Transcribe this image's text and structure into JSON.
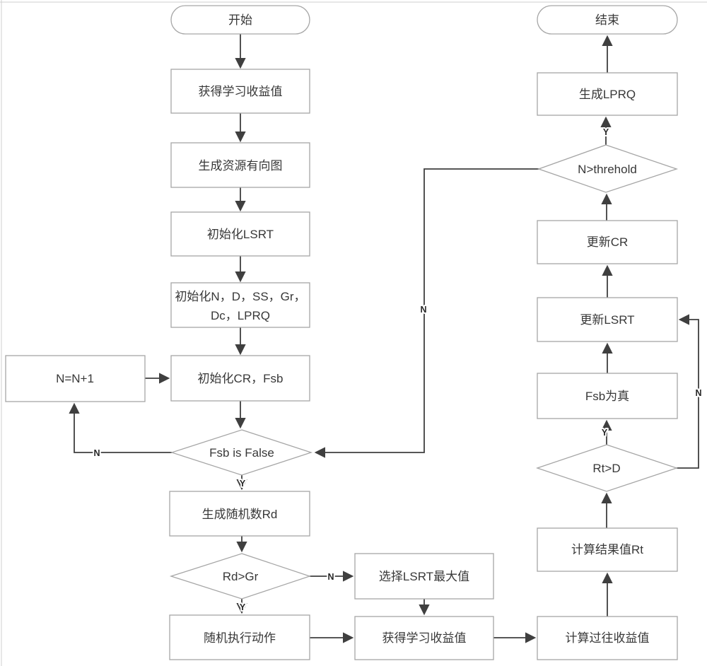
{
  "colors": {
    "background": "#ffffff",
    "node_border": "#a6a6a6",
    "arrow": "#3f3f3f",
    "node_text": "#383838",
    "edge_label_text": "#262626",
    "frame_artifact": "#cfcfcf"
  },
  "nodes": {
    "start": "开始",
    "get_benefit_1": "获得学习收益值",
    "gen_digraph": "生成资源有向图",
    "init_lsrt": "初始化LSRT",
    "init_vars_line1": "初始化N，D，SS，Gr，",
    "init_vars_line2": "Dc，LPRQ",
    "init_cr_fsb": "初始化CR，Fsb",
    "n_increment": "N=N+1",
    "fsb_is_false": "Fsb is False",
    "gen_random_rd": "生成随机数Rd",
    "rd_gt_gr": "Rd>Gr",
    "random_action": "随机执行动作",
    "select_lsrt_max": "选择LSRT最大值",
    "get_benefit_2": "获得学习收益值",
    "calc_past_benefit": "计算过往收益值",
    "calc_result_rt": "计算结果值Rt",
    "rt_gt_d": "Rt>D",
    "fsb_true": "Fsb为真",
    "update_lsrt": "更新LSRT",
    "update_cr": "更新CR",
    "n_gt_threshold": "N>threhold",
    "gen_lprq": "生成LPRQ",
    "end": "结束"
  },
  "edge_labels": {
    "yes": "Y",
    "no": "N"
  }
}
